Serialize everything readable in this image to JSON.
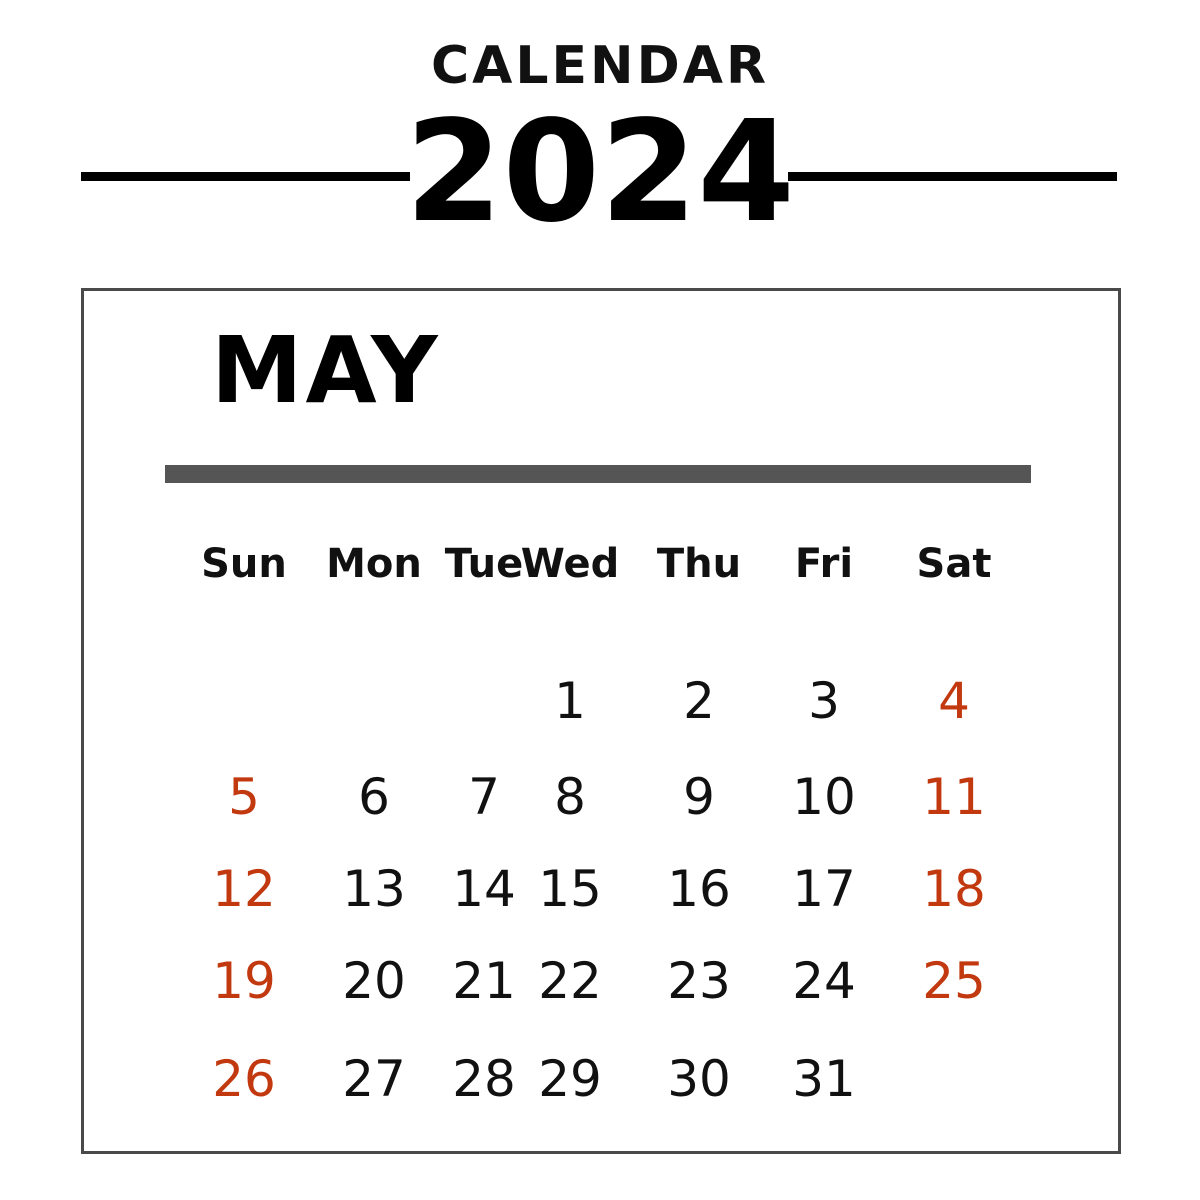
{
  "header": {
    "title": "CALENDAR",
    "year": "2024"
  },
  "month": {
    "name": "MAY"
  },
  "weekdays": [
    "Sun",
    "Mon",
    "Tue",
    "Wed",
    "Thu",
    "Fri",
    "Sat"
  ],
  "weeks": [
    [
      "",
      "",
      "",
      "1",
      "2",
      "3",
      "4"
    ],
    [
      "5",
      "6",
      "7",
      "8",
      "9",
      "10",
      "11"
    ],
    [
      "12",
      "13",
      "14",
      "15",
      "16",
      "17",
      "18"
    ],
    [
      "19",
      "20",
      "21",
      "22",
      "23",
      "24",
      "25"
    ],
    [
      "26",
      "27",
      "28",
      "29",
      "30",
      "31",
      ""
    ]
  ],
  "colors": {
    "weekday_text": "#111111",
    "weekend_text": "#c2380f",
    "border": "#4a4a4a",
    "month_bar": "#555555"
  }
}
